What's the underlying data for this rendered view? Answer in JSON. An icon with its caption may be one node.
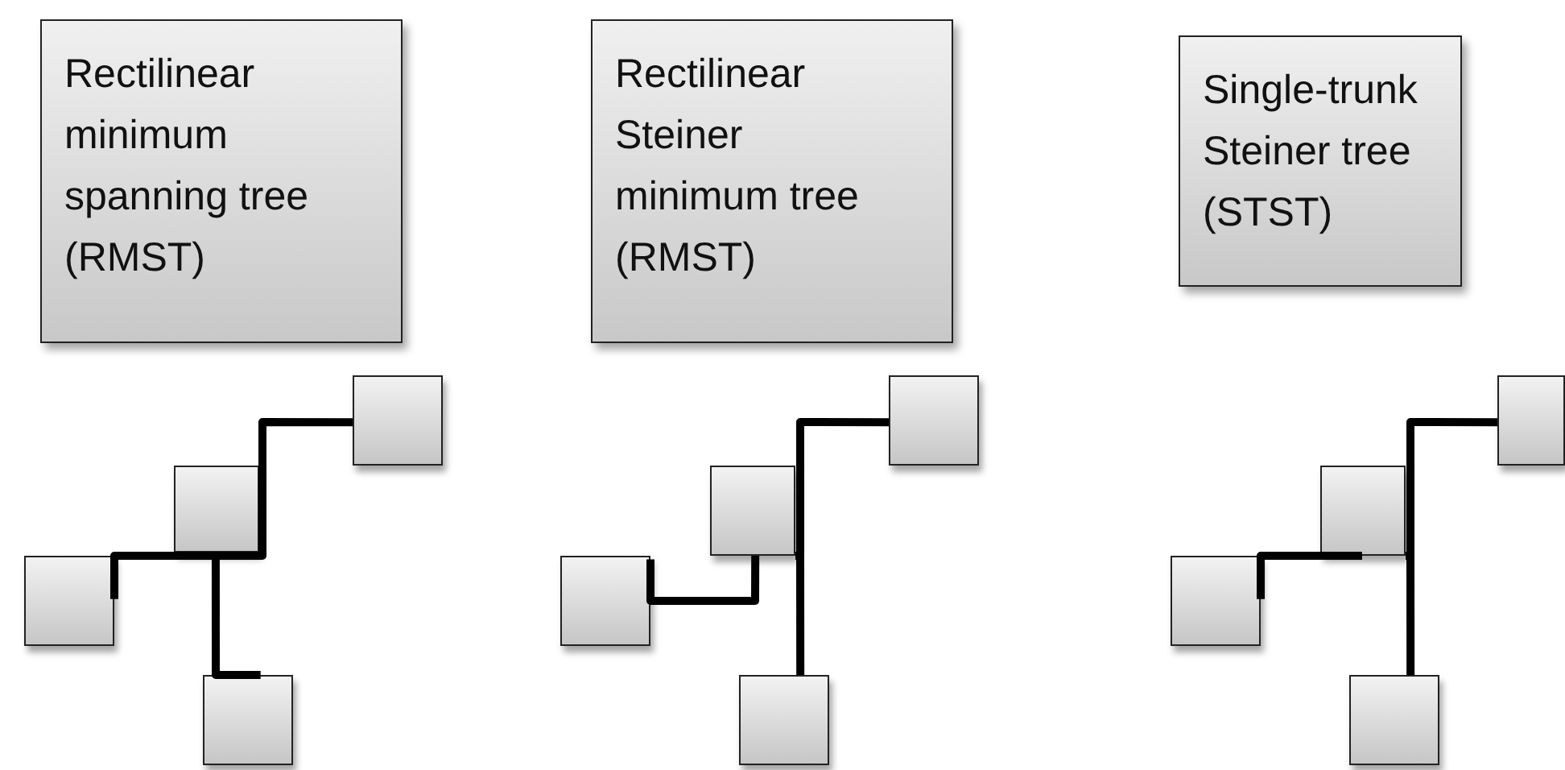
{
  "diagram": {
    "nodes": [
      {
        "text": [
          "Rectilinear minimum spanning tree (RMST)"
        ]
      },
      {
        "text": [
          "Rectilinear Steiner minimum tree (RMST)"
        ]
      },
      {
        "text": [
          "Single-trunk Steiner tree (STST)"
        ]
      },
      {
        "text": [],
        "shape": "box"
      },
      {
        "text": [],
        "shape": "box"
      },
      {
        "text": [],
        "shape": "box"
      },
      {
        "text": [],
        "shape": "box"
      },
      {
        "text": [],
        "shape": "box"
      },
      {
        "text": [],
        "shape": "box"
      },
      {
        "text": [],
        "shape": "box"
      },
      {
        "text": [],
        "shape": "box"
      },
      {
        "text": [],
        "shape": "box"
      },
      {
        "text": [],
        "shape": "box"
      },
      {
        "text": [],
        "shape": "box"
      },
      {
        "text": [],
        "shape": "box"
      }
    ],
    "edges": [
      {
        "from": 3,
        "to": 4,
        "arrow": "none"
      },
      {
        "from": 4,
        "to": 6,
        "arrow": "none"
      },
      {
        "from": 4,
        "to": 5,
        "arrow": "none"
      },
      {
        "from": 7,
        "to": 8,
        "arrow": "none"
      },
      {
        "from": 8,
        "to": 10,
        "arrow": "none"
      },
      {
        "from": 8,
        "to": 9,
        "arrow": "none"
      },
      {
        "from": 11,
        "to": 12,
        "arrow": "none"
      },
      {
        "from": 12,
        "to": 14,
        "arrow": "none"
      },
      {
        "from": 12,
        "to": 13,
        "arrow": "none"
      }
    ]
  }
}
